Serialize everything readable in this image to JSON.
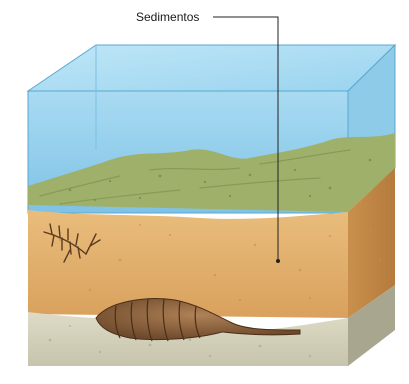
{
  "diagram": {
    "callout": {
      "label": "Sedimentos"
    },
    "layers": [
      {
        "name": "water",
        "color": "#8fcdea"
      },
      {
        "name": "green-sediment",
        "color": "#9fb06a"
      },
      {
        "name": "sand-sediment",
        "color": "#e3b26f"
      },
      {
        "name": "rock-base",
        "color": "#d7d4bd"
      }
    ],
    "fossils": [
      "fern-fossil",
      "trilobite-fossil"
    ]
  }
}
